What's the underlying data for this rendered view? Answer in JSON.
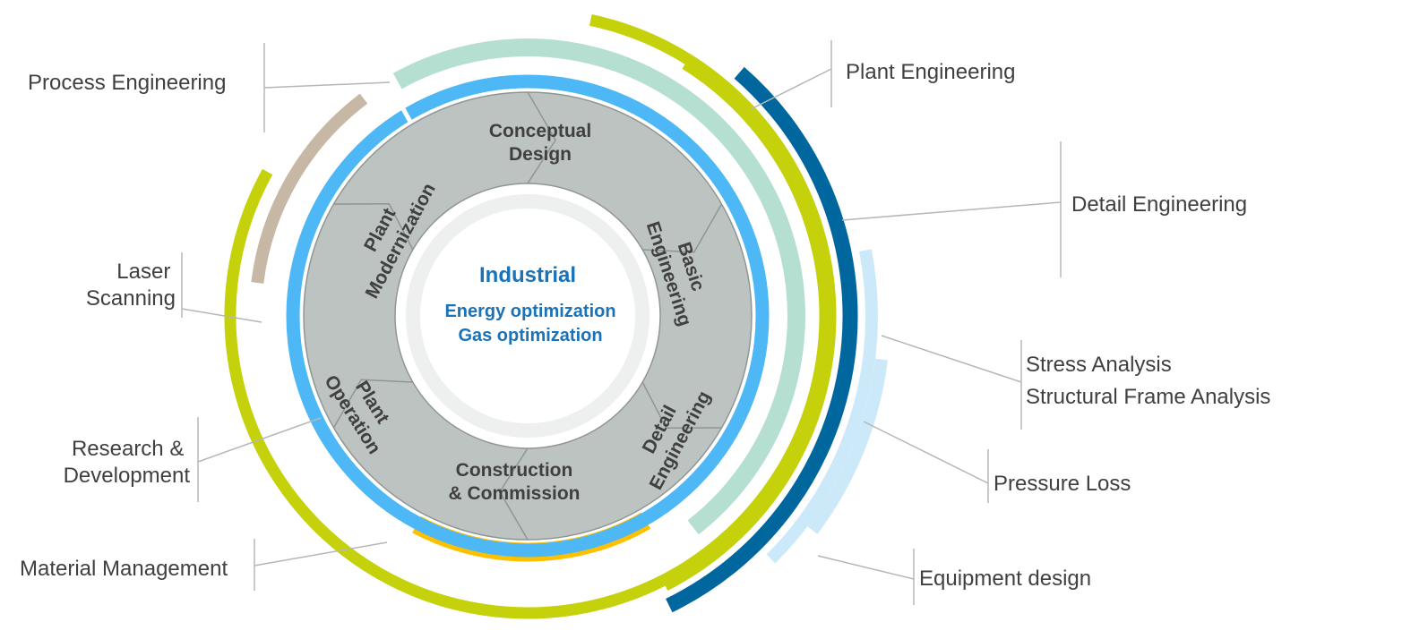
{
  "center": {
    "title": "Industrial",
    "line1": "Energy optimization",
    "line2": "Gas optimization"
  },
  "segments": [
    {
      "id": "conceptual-design",
      "lines": [
        "Conceptual",
        "Design"
      ]
    },
    {
      "id": "basic-engineering",
      "lines": [
        "Basic",
        "Engineering"
      ]
    },
    {
      "id": "detail-engineering",
      "lines": [
        "Detail",
        "Engineering"
      ]
    },
    {
      "id": "construction-commission",
      "lines": [
        "Construction",
        "& Commission"
      ]
    },
    {
      "id": "plant-operation",
      "lines": [
        "Plant",
        "Operation"
      ]
    },
    {
      "id": "plant-modernization",
      "lines": [
        "Plant",
        "Modernization"
      ]
    }
  ],
  "callouts": {
    "process_engineering": [
      "Process Engineering"
    ],
    "plant_engineering": [
      "Plant Engineering"
    ],
    "detail_engineering": [
      "Detail Engineering"
    ],
    "laser_scanning": [
      "Laser",
      "Scanning"
    ],
    "stress_analysis": [
      "Stress Analysis",
      "Structural Frame Analysis"
    ],
    "research_development": [
      "Research &",
      "Development"
    ],
    "pressure_loss": [
      "Pressure Loss"
    ],
    "material_management": [
      "Material Management"
    ],
    "equipment_design": [
      "Equipment design"
    ]
  },
  "colors": {
    "text": "#404040",
    "leader": "#b3b8b6",
    "segment_fill": "#bcc3c0",
    "segment_stroke": "#8f9693",
    "center_text": "#1a72b8",
    "inner_ring": "#eef0ef",
    "blue_ring": "#4db8f5",
    "mint_ring": "#b5dfd0",
    "lime_ring": "#c5d10a",
    "navy_ring": "#00669e",
    "tan_ring": "#c7b8a6",
    "orange_ring": "#ffc000",
    "pale_blue_ring": "#cce9fa"
  }
}
